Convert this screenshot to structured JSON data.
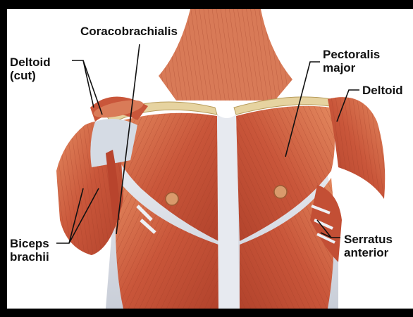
{
  "labels": {
    "coracobrachialis": "Coracobrachialis",
    "deltoid_cut_line1": "Deltoid",
    "deltoid_cut_line2": "(cut)",
    "pectoralis_line1": "Pectoralis",
    "pectoralis_line2": "major",
    "deltoid": "Deltoid",
    "biceps_line1": "Biceps",
    "biceps_line2": "brachii",
    "serratus_line1": "Serratus",
    "serratus_line2": "anterior"
  },
  "colors": {
    "frame": "#000000",
    "background": "#ffffff",
    "muscle": "#c9563a",
    "muscle_light": "#e08862",
    "tendon": "#d8dde6",
    "clavicle": "#e6d3a0",
    "leader_line": "#111111"
  }
}
